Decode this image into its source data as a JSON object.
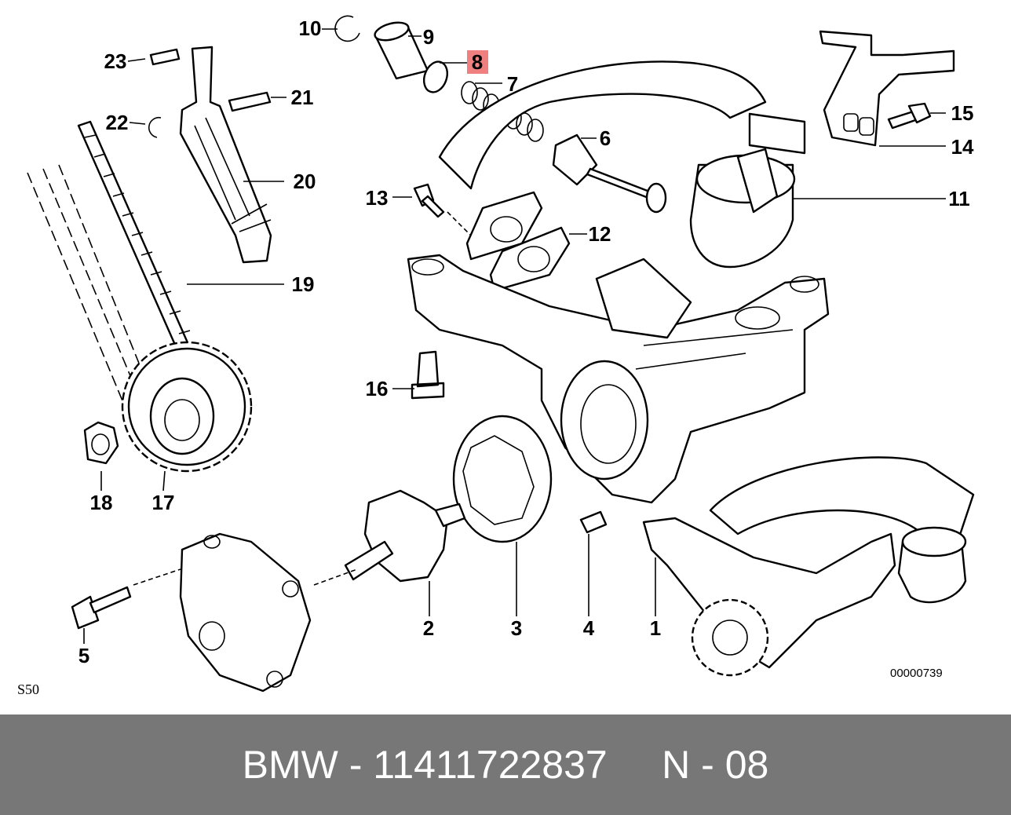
{
  "diagram": {
    "labels": [
      {
        "id": "1",
        "text": "1"
      },
      {
        "id": "2",
        "text": "2"
      },
      {
        "id": "3",
        "text": "3"
      },
      {
        "id": "4",
        "text": "4"
      },
      {
        "id": "5",
        "text": "5"
      },
      {
        "id": "6",
        "text": "6"
      },
      {
        "id": "7",
        "text": "7"
      },
      {
        "id": "8",
        "text": "8",
        "highlight": true
      },
      {
        "id": "9",
        "text": "9"
      },
      {
        "id": "10",
        "text": "10"
      },
      {
        "id": "11",
        "text": "11"
      },
      {
        "id": "12",
        "text": "12"
      },
      {
        "id": "13",
        "text": "13"
      },
      {
        "id": "14",
        "text": "14"
      },
      {
        "id": "15",
        "text": "15"
      },
      {
        "id": "16",
        "text": "16"
      },
      {
        "id": "17",
        "text": "17"
      },
      {
        "id": "18",
        "text": "18"
      },
      {
        "id": "19",
        "text": "19"
      },
      {
        "id": "20",
        "text": "20"
      },
      {
        "id": "21",
        "text": "21"
      },
      {
        "id": "22",
        "text": "22"
      },
      {
        "id": "23",
        "text": "23"
      }
    ],
    "corner_code": "S50",
    "drawing_number": "00000739",
    "highlight_color": "#f08080"
  },
  "footer": {
    "text": "BMW - 11411722837     N - 08",
    "background": "#777777"
  }
}
